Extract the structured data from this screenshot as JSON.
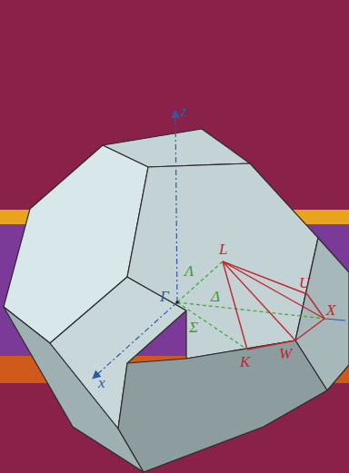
{
  "diagram": {
    "labels": [
      "z",
      "x",
      "Γ",
      "Λ",
      "Δ",
      "Σ",
      "L",
      "U",
      "X",
      "W",
      "K"
    ]
  }
}
